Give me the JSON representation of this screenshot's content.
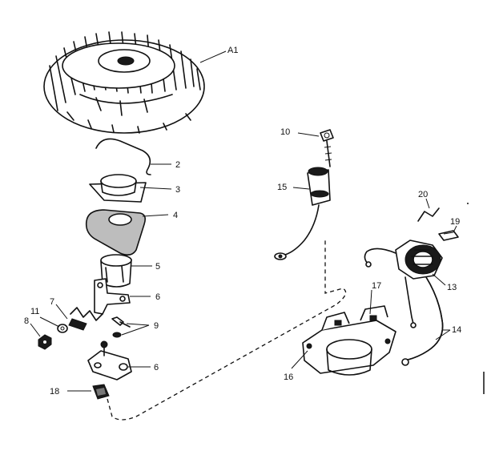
{
  "diagram": {
    "labels": {
      "a1": "A1",
      "p2": "2",
      "p3": "3",
      "p4": "4",
      "p5": "5",
      "p6a": "6",
      "p6b": "6",
      "p7": "7",
      "p8": "8",
      "p9": "9",
      "p10": "10",
      "p11": "11",
      "p13": "13",
      "p14": "14",
      "p15": "15",
      "p16": "16",
      "p17": "17",
      "p18": "18",
      "p19": "19",
      "p20": "20"
    }
  }
}
